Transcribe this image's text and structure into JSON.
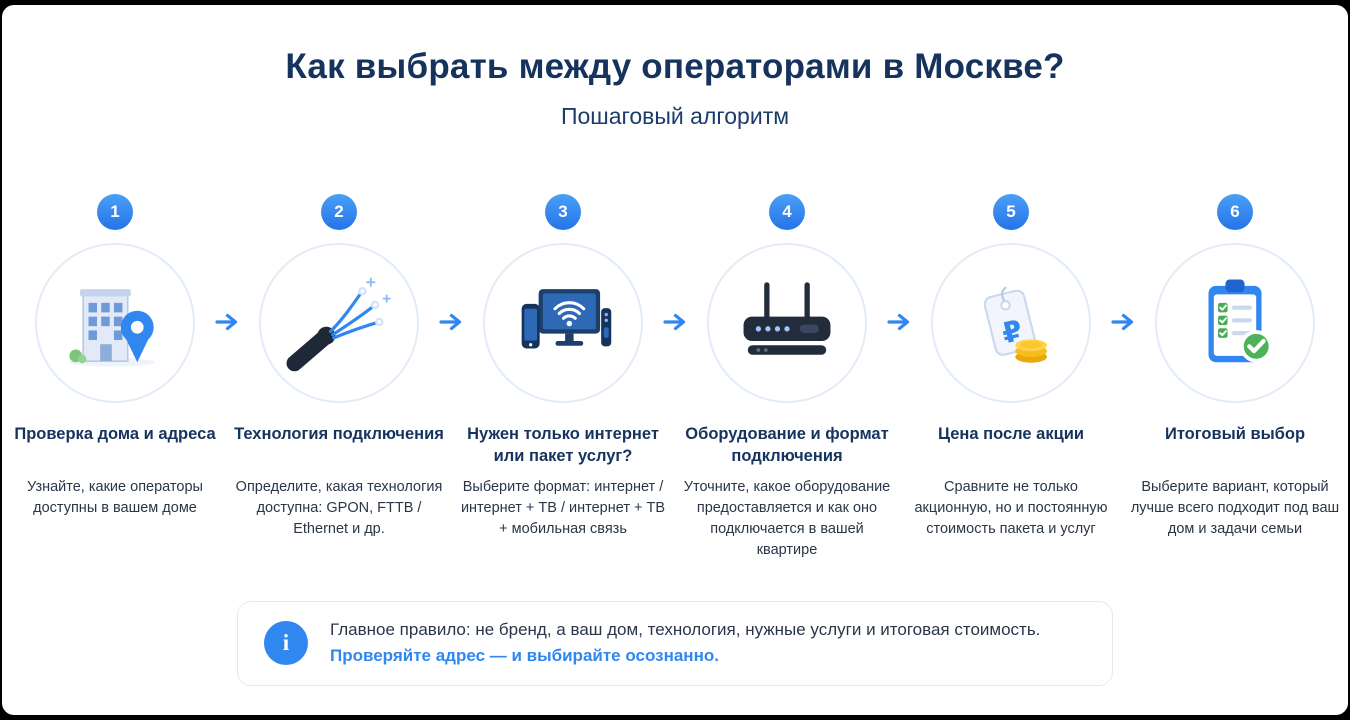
{
  "page": {
    "title": "Как выбрать между операторами в Москве?",
    "subtitle": "Пошаговый алгоритм"
  },
  "steps": [
    {
      "number": "1",
      "icon": "building-location-icon",
      "title": "Проверка дома и адреса",
      "description": "Узнайте, какие операторы доступны в вашем доме"
    },
    {
      "number": "2",
      "icon": "fiber-cable-icon",
      "title": "Технология подключения",
      "description": "Определите, какая технология доступна: GPON, FTTB / Ethernet и др."
    },
    {
      "number": "3",
      "icon": "devices-wifi-icon",
      "title": "Нужен только интернет или пакет услуг?",
      "description": "Выберите формат: интернет / интернет + ТВ / интернет + ТВ + мобильная связь"
    },
    {
      "number": "4",
      "icon": "router-icon",
      "title": "Оборудование и формат подключения",
      "description": "Уточните, какое оборудование предоставляется и как оно подключается в вашей квартире"
    },
    {
      "number": "5",
      "icon": "price-tag-icon",
      "title": "Цена после акции",
      "description": "Сравните не только акционную, но и постоянную стоимость пакета и услуг"
    },
    {
      "number": "6",
      "icon": "checklist-icon",
      "title": "Итоговый выбор",
      "description": "Выберите вариант, который лучше всего подходит под ваш дом и задачи семьи"
    }
  ],
  "callout": {
    "icon": "info-icon",
    "icon_glyph": "i",
    "line1": "Главное правило: не бренд, а ваш дом, технология, нужные услуги и итоговая стоимость.",
    "line2": "Проверяйте адрес — и выбирайте осознанно."
  },
  "colors": {
    "accent_blue": "#3187f0",
    "heading_navy": "#16335e",
    "success_green": "#4cb358",
    "coin_gold": "#f7bd18"
  }
}
